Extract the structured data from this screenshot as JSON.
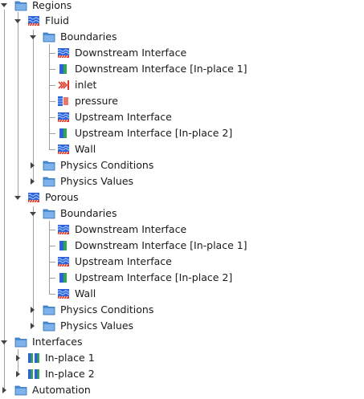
{
  "tree": {
    "regions": "Regions",
    "fluid": "Fluid",
    "fluid_boundaries": "Boundaries",
    "fluid_b": [
      "Downstream Interface",
      "Downstream Interface [In-place 1]",
      "inlet",
      "pressure",
      "Upstream Interface",
      "Upstream Interface [In-place 2]",
      "Wall"
    ],
    "fluid_physics_conditions": "Physics Conditions",
    "fluid_physics_values": "Physics Values",
    "porous": "Porous",
    "porous_boundaries": "Boundaries",
    "porous_b": [
      "Downstream Interface",
      "Downstream Interface [In-place 1]",
      "Upstream Interface",
      "Upstream Interface [In-place 2]",
      "Wall"
    ],
    "porous_physics_conditions": "Physics Conditions",
    "porous_physics_values": "Physics Values",
    "interfaces": "Interfaces",
    "interface_items": [
      "In-place 1",
      "In-place 2"
    ],
    "automation": "Automation"
  },
  "colors": {
    "folder": "#4a8fd6",
    "wall_blue": "#2d62d8",
    "wall_red": "#e03a2a",
    "interface_green": "#2ea84a",
    "tree_line": "#a0a0a0"
  }
}
